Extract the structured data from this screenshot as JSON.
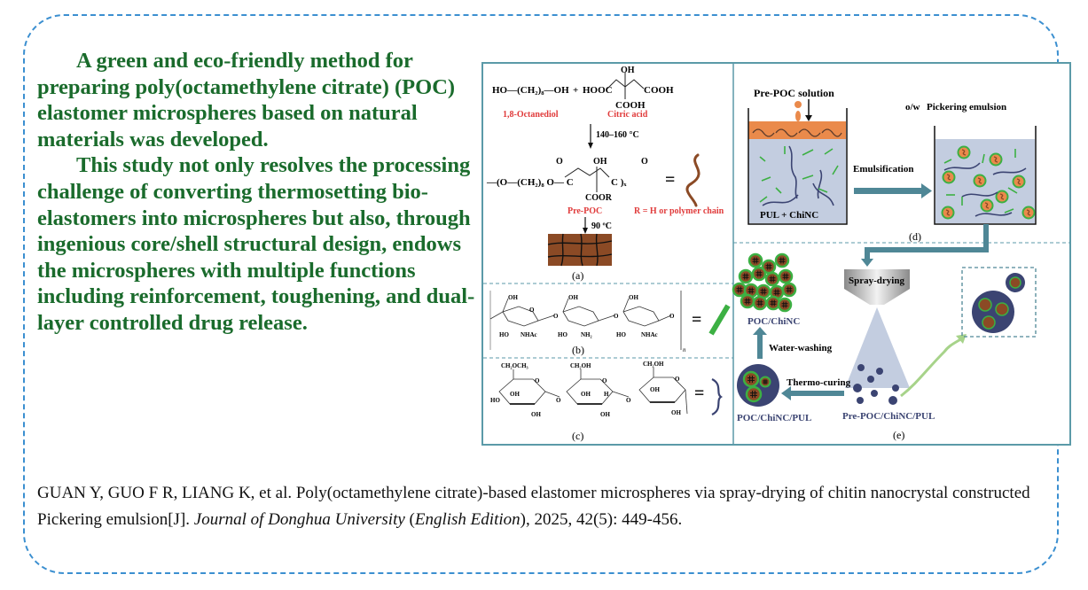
{
  "summary": {
    "paragraphs": [
      "A  green and eco-friendly method for preparing poly(octamethylene citrate) (POC) elastomer microspheres based on natural materials was developed.",
      "This study not only resolves the processing challenge of converting thermosetting bio-elastomers into microspheres but also, through ingenious core/shell structural design, endows the microspheres with multiple functions including reinforcement, toughening, and dual-layer controlled drug release."
    ],
    "color": "#1a6b2c"
  },
  "citation": {
    "part1": "GUAN Y, GUO F R, LIANG K, et al. Poly(octamethylene citrate)-based elastomer microspheres via spray-drying of chitin nanocrystal constructed Pickering emulsion[J]. ",
    "journal": "Journal of Donghua University",
    "paren_open": " (",
    "edition": "English Edition",
    "part2": "), 2025, 42(5): 449-456."
  },
  "figure": {
    "panel_a": {
      "reactant1_formula": "HO—(CH₂)₈—OH",
      "plus": "+",
      "reactant2_left": "HOOC",
      "reactant2_right": "COOH",
      "reactant2_top": "OH",
      "reactant2_bottom": "COOH",
      "reactant1_name": "1,8-Octanediol",
      "reactant2_name": "Citric acid",
      "step1_condition": "140–160 °C",
      "polymer_left": "—(O—(CH₂)₈ O— C",
      "polymer_right": "C )ₓ",
      "polymer_top_oh": "OH",
      "polymer_o1": "O",
      "polymer_o2": "O",
      "polymer_bottom": "COOR",
      "equals": "=",
      "prepoc_label": "Pre-POC",
      "r_note": "R = H or polymer chain",
      "step2_condition": "90 ºC",
      "caption": "(a)"
    },
    "panel_b": {
      "labels": [
        "OH",
        "OH",
        "OH",
        "O",
        "O",
        "O",
        "O",
        "HO",
        "NHAc",
        "HO",
        "NH₂",
        "HO",
        "NHAc",
        "n"
      ],
      "equals": "=",
      "caption": "(b)"
    },
    "panel_c": {
      "labels": [
        "CH₂OCH₃",
        "CH₂OH",
        "CH₂OH",
        "O",
        "O",
        "O",
        "O",
        "O",
        "HO",
        "OH",
        "OH",
        "OH",
        "H",
        "OH",
        "OH",
        "OH"
      ],
      "equals": "=",
      "caption": "(c)"
    },
    "panel_d": {
      "prepoc_solution": "Pre-POC solution",
      "beaker1_label": "PUL + ChiNC",
      "arrow_label": "Emulsification",
      "ow": "o/w",
      "emulsion_label": "Pickering emulsion",
      "caption": "(d)"
    },
    "panel_e": {
      "spray_drying": "Spray-drying",
      "poc_chinc": "POC/ChiNC",
      "water_washing": "Water-washing",
      "thermo_curing": "Thermo-curing",
      "poc_chinc_pul": "POC/ChiNC/PUL",
      "pre_poc_chinc_pul": "Pre-POC/ChiNC/PUL",
      "caption": "(e)"
    },
    "colors": {
      "frame": "#5b9aa8",
      "red_label": "#e03b3b",
      "navy": "#3b4472",
      "green": "#3cb043",
      "brown": "#8b4a25",
      "orange": "#ea8a4b",
      "water": "#c3cde0",
      "arrow": "#4f8796"
    }
  }
}
